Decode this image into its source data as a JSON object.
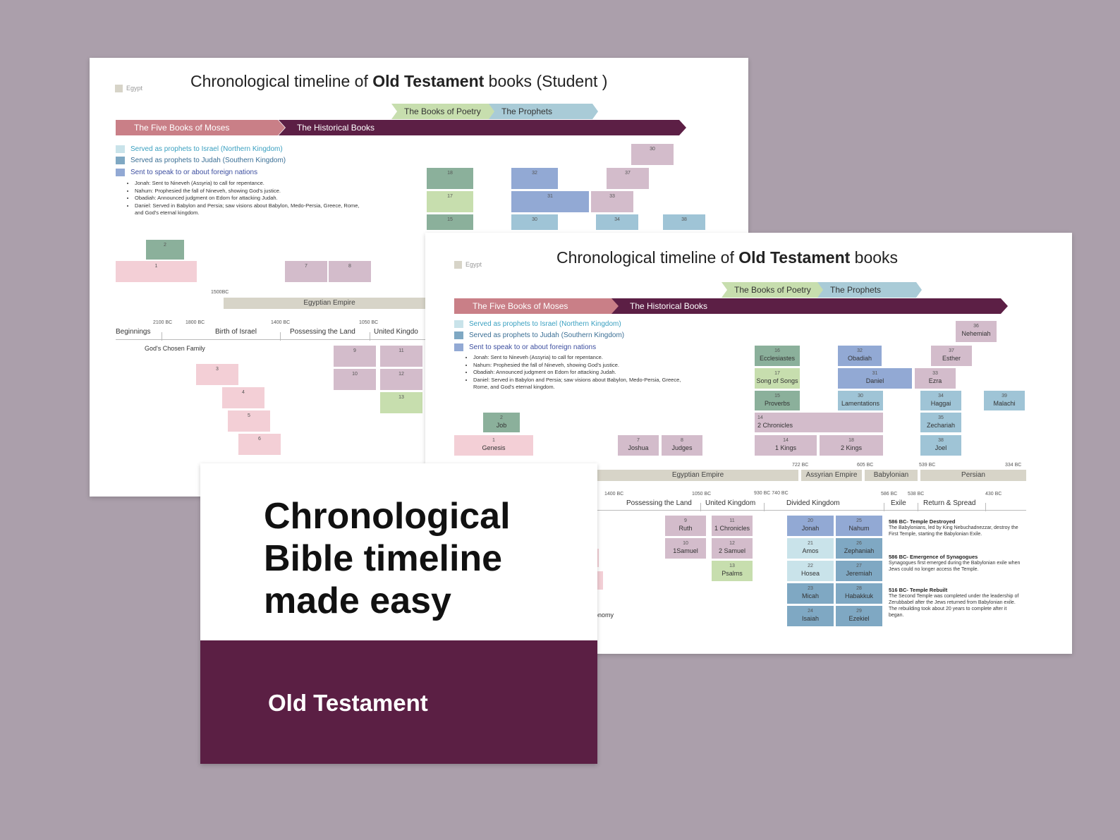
{
  "back": {
    "title_pre": "Chronological timeline of ",
    "title_bold": "Old Testament",
    "title_post": " books (Student )",
    "egypt_legend": "Egypt",
    "banners": {
      "moses": "The Five Books of Moses",
      "historical": "The Historical Books",
      "poetry": "The Books of Poetry",
      "prophets": "The Prophets"
    },
    "legend": {
      "israel": "Served as prophets to Israel (Northern Kingdom)",
      "judah": "Served as prophets to Judah (Southern Kingdom)",
      "foreign": "Sent to speak to or about foreign nations"
    },
    "notes": [
      "Jonah: Sent to Nineveh (Assyria) to call for repentance.",
      "Nahum: Prophesied the fall of Nineveh, showing God's justice.",
      "Obadiah: Announced judgment on Edom for attacking Judah.",
      "Daniel: Served in Babylon and Persia; saw visions about Babylon, Medo-Persia, Greece, Rome, and God's eternal kingdom."
    ],
    "blocks": [
      "30",
      "18",
      "32",
      "37",
      "17",
      "31",
      "33",
      "15",
      "30",
      "34",
      "38",
      "2",
      "1",
      "7",
      "8",
      "9",
      "11",
      "10",
      "12",
      "13",
      "3",
      "4",
      "5",
      "6"
    ],
    "years": [
      "1500BC",
      "2100 BC",
      "1800 BC",
      "1400 BC",
      "1050 BC"
    ],
    "empire": "Egyptian Empire",
    "eras": [
      "Beginnings",
      "Birth of Israel",
      "Possessing the Land",
      "United Kingdo"
    ],
    "family": "God's Chosen Family"
  },
  "front": {
    "title_pre": "Chronological timeline of ",
    "title_bold": "Old Testament",
    "title_post": " books",
    "egypt_legend": "Egypt",
    "banners": {
      "moses": "The Five Books of Moses",
      "historical": "The Historical Books",
      "poetry": "The Books of Poetry",
      "prophets": "The Prophets"
    },
    "legend": {
      "israel": "Served as prophets to Israel (Northern Kingdom)",
      "judah": "Served as prophets to Judah (Southern Kingdom)",
      "foreign": "Sent to speak to or about foreign nations"
    },
    "notes": [
      "Jonah: Sent to Nineveh (Assyria) to call for repentance.",
      "Nahum: Prophesied the fall of Nineveh, showing God's justice.",
      "Obadiah: Announced judgment on Edom for attacking Judah.",
      "Daniel: Served in Babylon and Persia; saw visions about Babylon, Medo-Persia, Greece, Rome, and God's eternal kingdom."
    ],
    "books": {
      "nehemiah": {
        "n": "36",
        "t": "Nehemiah"
      },
      "ecclesiastes": {
        "n": "16",
        "t": "Ecclesiastes"
      },
      "obadiah": {
        "n": "32",
        "t": "Obadiah"
      },
      "esther": {
        "n": "37",
        "t": "Esther"
      },
      "song": {
        "n": "17",
        "t": "Song of Songs"
      },
      "daniel": {
        "n": "31",
        "t": "Daniel"
      },
      "ezra": {
        "n": "33",
        "t": "Ezra"
      },
      "proverbs": {
        "n": "15",
        "t": "Proverbs"
      },
      "lamentations": {
        "n": "30",
        "t": "Lamentations"
      },
      "haggai": {
        "n": "34",
        "t": "Haggai"
      },
      "malachi": {
        "n": "39",
        "t": "Malachi"
      },
      "job": {
        "n": "2",
        "t": "Job"
      },
      "chron2": {
        "n": "14",
        "t": "2 Chronicles"
      },
      "zechariah": {
        "n": "35",
        "t": "Zechariah"
      },
      "genesis": {
        "n": "1",
        "t": "Genesis"
      },
      "joshua": {
        "n": "7",
        "t": "Joshua"
      },
      "judges": {
        "n": "8",
        "t": "Judges"
      },
      "kings1": {
        "n": "14",
        "t": "1 Kings"
      },
      "kings2": {
        "n": "18",
        "t": "2 Kings"
      },
      "joel": {
        "n": "38",
        "t": "Joel"
      },
      "ruth": {
        "n": "9",
        "t": "Ruth"
      },
      "chron1": {
        "n": "11",
        "t": "1 Chronicles"
      },
      "sam1": {
        "n": "10",
        "t": "1Samuel"
      },
      "sam2": {
        "n": "12",
        "t": "2 Samuel"
      },
      "psalms": {
        "n": "13",
        "t": "Psalms"
      },
      "jonah": {
        "n": "20",
        "t": "Jonah"
      },
      "nahum": {
        "n": "25",
        "t": "Nahum"
      },
      "amos": {
        "n": "21",
        "t": "Amos"
      },
      "zephaniah": {
        "n": "26",
        "t": "Zephaniah"
      },
      "hosea": {
        "n": "22",
        "t": "Hosea"
      },
      "jeremiah": {
        "n": "27",
        "t": "Jeremiah"
      },
      "micah": {
        "n": "23",
        "t": "Micah"
      },
      "habakkuk": {
        "n": "28",
        "t": "Habakkuk"
      },
      "isaiah": {
        "n": "24",
        "t": "Isaiah"
      },
      "ezekiel": {
        "n": "29",
        "t": "Ezekiel"
      }
    },
    "empires": [
      "Egyptian Empire",
      "Assyrian Empire",
      "Babylonian",
      "Persian"
    ],
    "years_top": [
      "722 BC",
      "605 BC",
      "539 BC",
      "334 BC"
    ],
    "years_bottom": [
      "1400 BC",
      "1050 BC",
      "930 BC 740 BC",
      "586 BC",
      "538 BC",
      "430 BC"
    ],
    "eras": [
      "Possessing the Land",
      "United Kingdom",
      "Divided Kingdom",
      "Exile",
      "Return & Spread"
    ],
    "side_notes": [
      {
        "h": "586 BC- Temple Destroyed",
        "t": "The Babylonians, led by King Nebuchadnezzar, destroy the First Temple, starting the Babylonian Exile."
      },
      {
        "h": "586 BC- Emergence of Synagogues",
        "t": "Synagogues first emerged during the Babylonian exile when Jews could no longer access the Temple."
      },
      {
        "h": "516 BC- Temple Rebuilt",
        "t": "The Second Temple was completed under the leadership of Zerubbabel after the Jews returned from Babylonian exile. The rebuilding took about 20 years to complete after it began."
      }
    ],
    "peek": "onomy"
  },
  "cover": {
    "title": "Chronological Bible timeline made easy",
    "subtitle": "Old Testament"
  },
  "colors": {
    "background": "#ab9fab",
    "brand": "#5b1f44",
    "moses": "#c97f87"
  }
}
